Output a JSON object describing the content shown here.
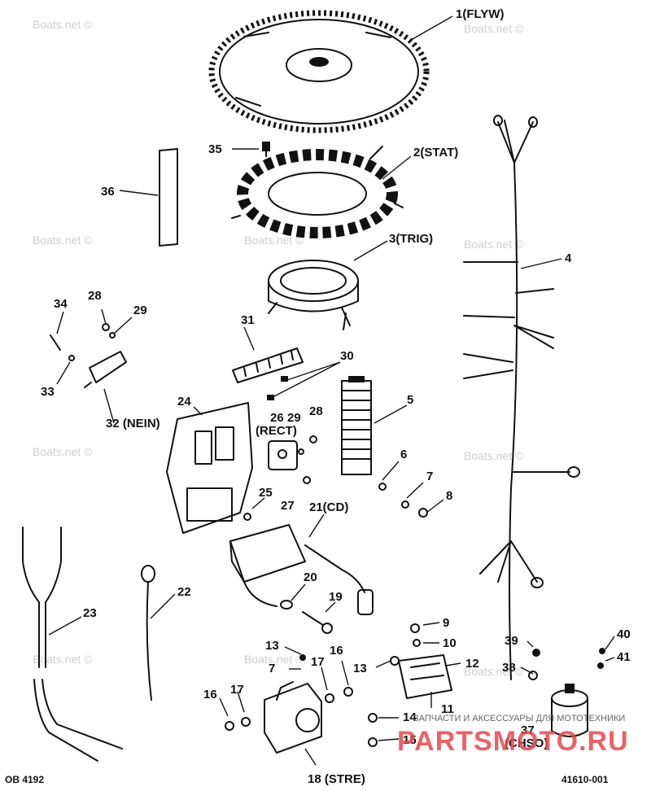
{
  "watermark": {
    "text": "Boats.net ©"
  },
  "labels": {
    "p1": "1(FLYW)",
    "p2": "2(STAT)",
    "p3": "3(TRIG)",
    "p4": "4",
    "p5": "5",
    "p6": "6",
    "p7": "7",
    "p7b": "7",
    "p8": "8",
    "p9": "9",
    "p10": "10",
    "p11": "11",
    "p12": "12",
    "p13": "13",
    "p13b": "13",
    "p14": "14",
    "p15": "15",
    "p16": "16",
    "p16b": "16",
    "p17": "17",
    "p17b": "17",
    "p18": "18 (STRE)",
    "p19": "19",
    "p20": "20",
    "p21": "21(CD)",
    "p22": "22",
    "p23": "23",
    "p24": "24",
    "p25": "25",
    "p26a": "26",
    "p26b": "(RECT)",
    "p27": "27",
    "p28": "28",
    "p28b": "28",
    "p29": "29",
    "p29b": "29",
    "p30": "30",
    "p31": "31",
    "p32": "32 (NEIN)",
    "p33": "33",
    "p34": "34",
    "p35": "35",
    "p36": "36",
    "p37": "37",
    "p37b": "(CHSO)",
    "p38": "38",
    "p39": "39",
    "p40": "40",
    "p41": "41"
  },
  "footer": {
    "left": "OB 4192",
    "right": "41610-001"
  },
  "brand": {
    "tagline": "ЗАПЧАСТИ И АКСЕССУАРЫ ДЛЯ МОТОТЕХНИКИ",
    "logo": "PARTSMOTO.RU",
    "color": "#e5484d"
  }
}
